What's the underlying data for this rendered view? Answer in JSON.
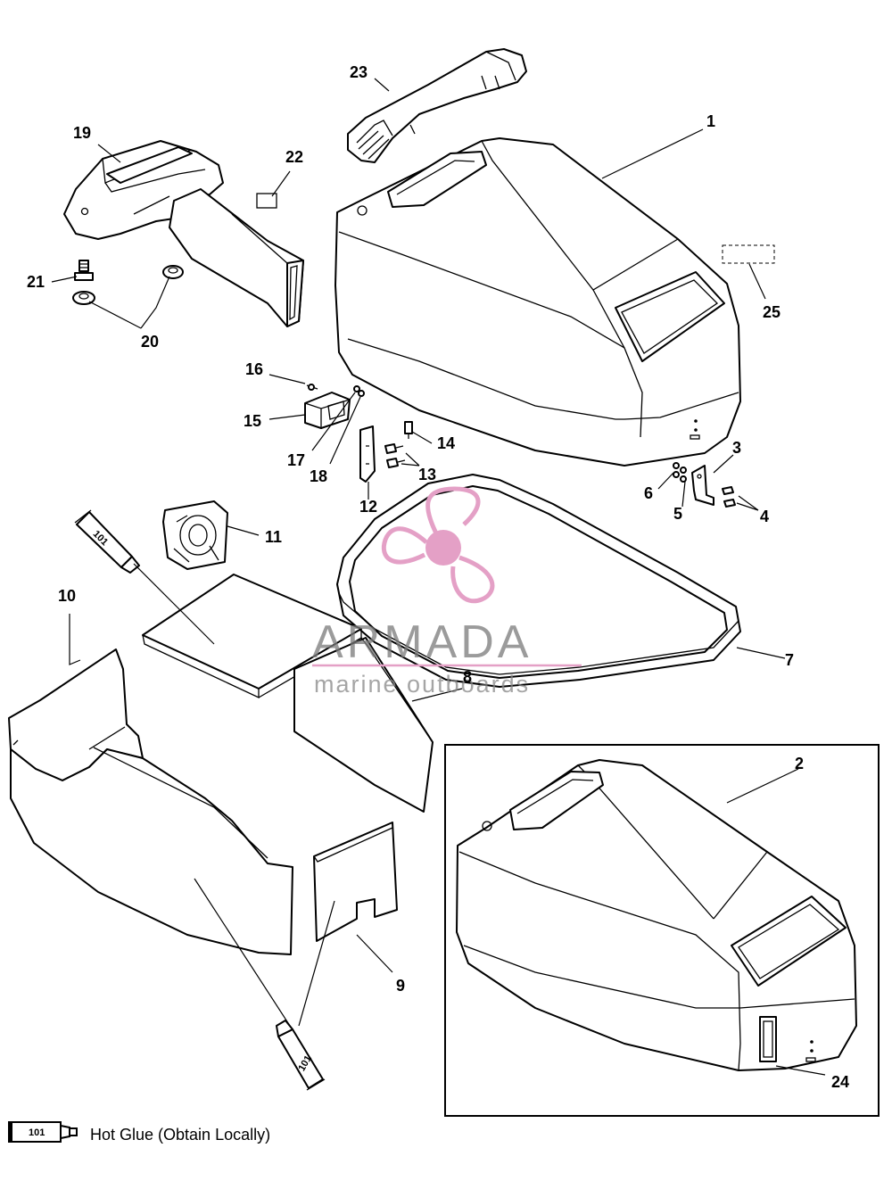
{
  "callouts": [
    "1",
    "2",
    "3",
    "4",
    "5",
    "6",
    "7",
    "8",
    "9",
    "10",
    "11",
    "12",
    "13",
    "14",
    "15",
    "16",
    "17",
    "18",
    "19",
    "20",
    "21",
    "22",
    "23",
    "24",
    "25"
  ],
  "tube_code": "101",
  "legend": {
    "code": "101",
    "text": "Hot Glue (Obtain Locally)"
  },
  "watermark": {
    "brand": "ARMADA",
    "tagline": "marine outboards",
    "color": "#e4a0c6"
  }
}
